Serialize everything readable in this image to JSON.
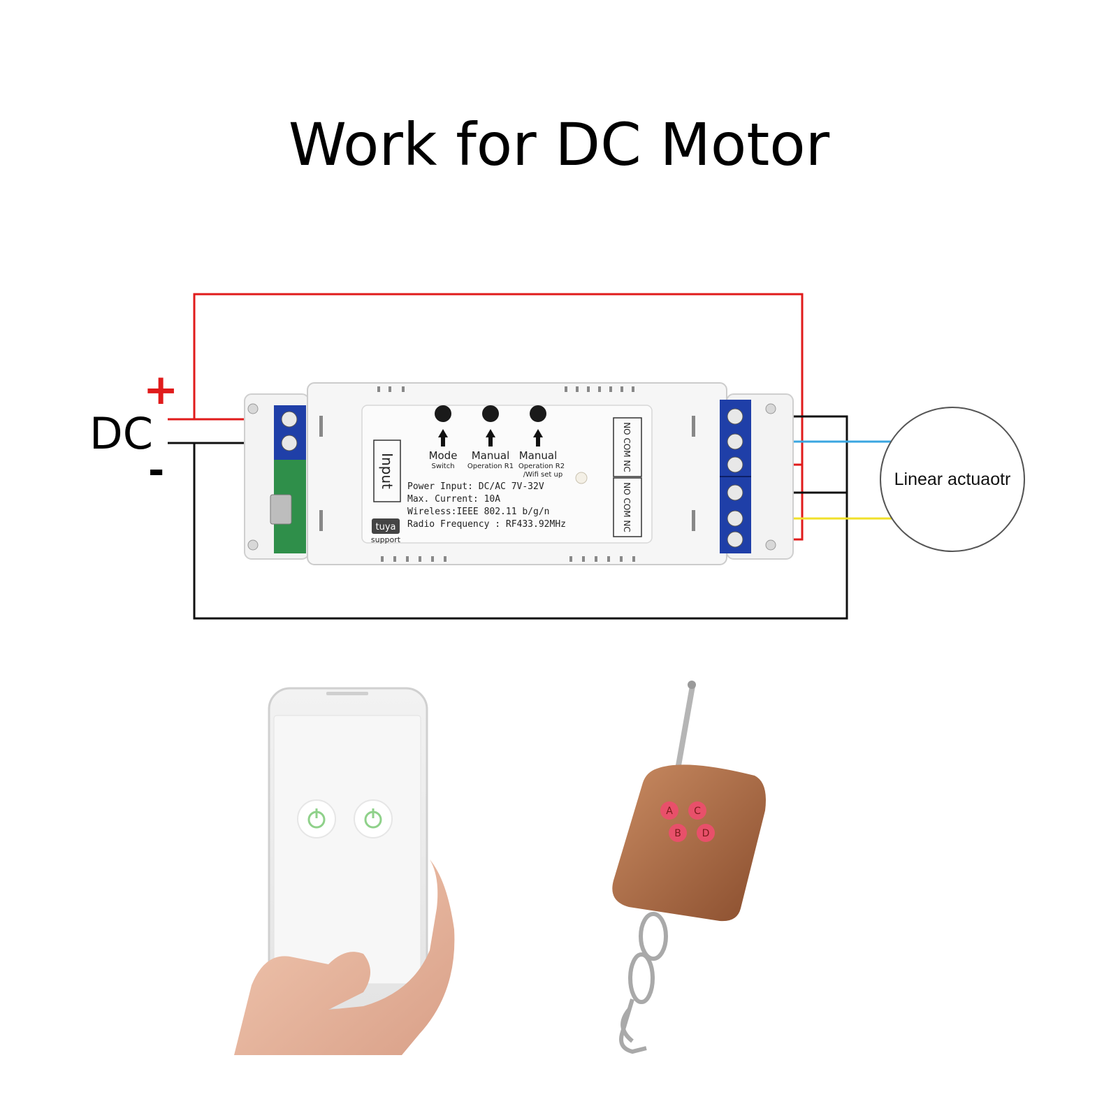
{
  "title": "Work for DC  Motor",
  "power": {
    "label": "DC",
    "plus": "+",
    "minus": "-"
  },
  "module": {
    "input_label": "Input",
    "buttons": [
      {
        "label": "Mode",
        "sub1": "Switch",
        "sub2": ""
      },
      {
        "label": "Manual",
        "sub1": "Operation R1",
        "sub2": ""
      },
      {
        "label": "Manual",
        "sub1": "Operation R2",
        "sub2": "/Wifi set up"
      }
    ],
    "specs": [
      "Power Input:  DC/AC 7V-32V",
      "Max. Current:  10A",
      "Wireless:IEEE  802.11 b/g/n",
      "Radio Frequency : RF433.92MHz"
    ],
    "relay_label_top": "NO COM NC",
    "relay_label_bottom": "NO COM NC",
    "brand": "tuya",
    "brand_sub": "support"
  },
  "actuator": {
    "label": "Linear actuaotr"
  },
  "remote": {
    "keys": [
      "A",
      "C",
      "B",
      "D"
    ]
  },
  "colors": {
    "positive_wire": "#e01b1b",
    "negative_wire": "#111111",
    "signal_blue": "#3aa6e0",
    "signal_yellow": "#f0e02a",
    "terminal_blue": "#1f3fa8",
    "pcb_green": "#2f8f4a",
    "remote_body": "#a8663f",
    "remote_key": "#e8506a",
    "power_icon": "#8fd18a"
  }
}
